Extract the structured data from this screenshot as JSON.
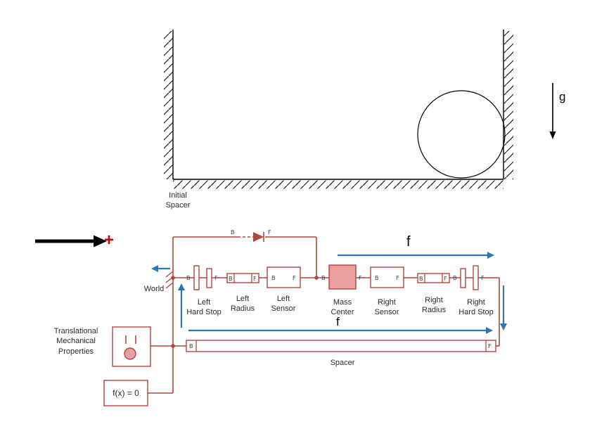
{
  "scene": {
    "gravity_label": "g"
  },
  "forces": {
    "top_label": "f",
    "bottom_label": "f"
  },
  "origin_plus": "+",
  "ports": {
    "b": "B",
    "f": "F"
  },
  "blocks": {
    "initial_spacer": {
      "label": "Initial\nSpacer"
    },
    "world": {
      "label": "World"
    },
    "left_hard_stop": {
      "label": "Left\nHard Stop"
    },
    "left_radius": {
      "label": "Left\nRadius"
    },
    "left_sensor": {
      "label": "Left\nSensor"
    },
    "mass_center": {
      "label": "Mass\nCenter"
    },
    "right_sensor": {
      "label": "Right\nSensor"
    },
    "right_radius": {
      "label": "Right\nRadius"
    },
    "right_hard_stop": {
      "label": "Right\nHard Stop"
    },
    "tmp": {
      "label": "Translational\nMechanical\nProperties"
    },
    "solver": {
      "label": "f(x) = 0"
    },
    "spacer": {
      "label": "Spacer"
    }
  },
  "colors": {
    "physical_connection_red": "#b34540",
    "mass_fill": "#eaa0a0",
    "annotation_blue": "#2e75b6",
    "plus_red": "#cc0000",
    "schematic_black": "#000000"
  }
}
